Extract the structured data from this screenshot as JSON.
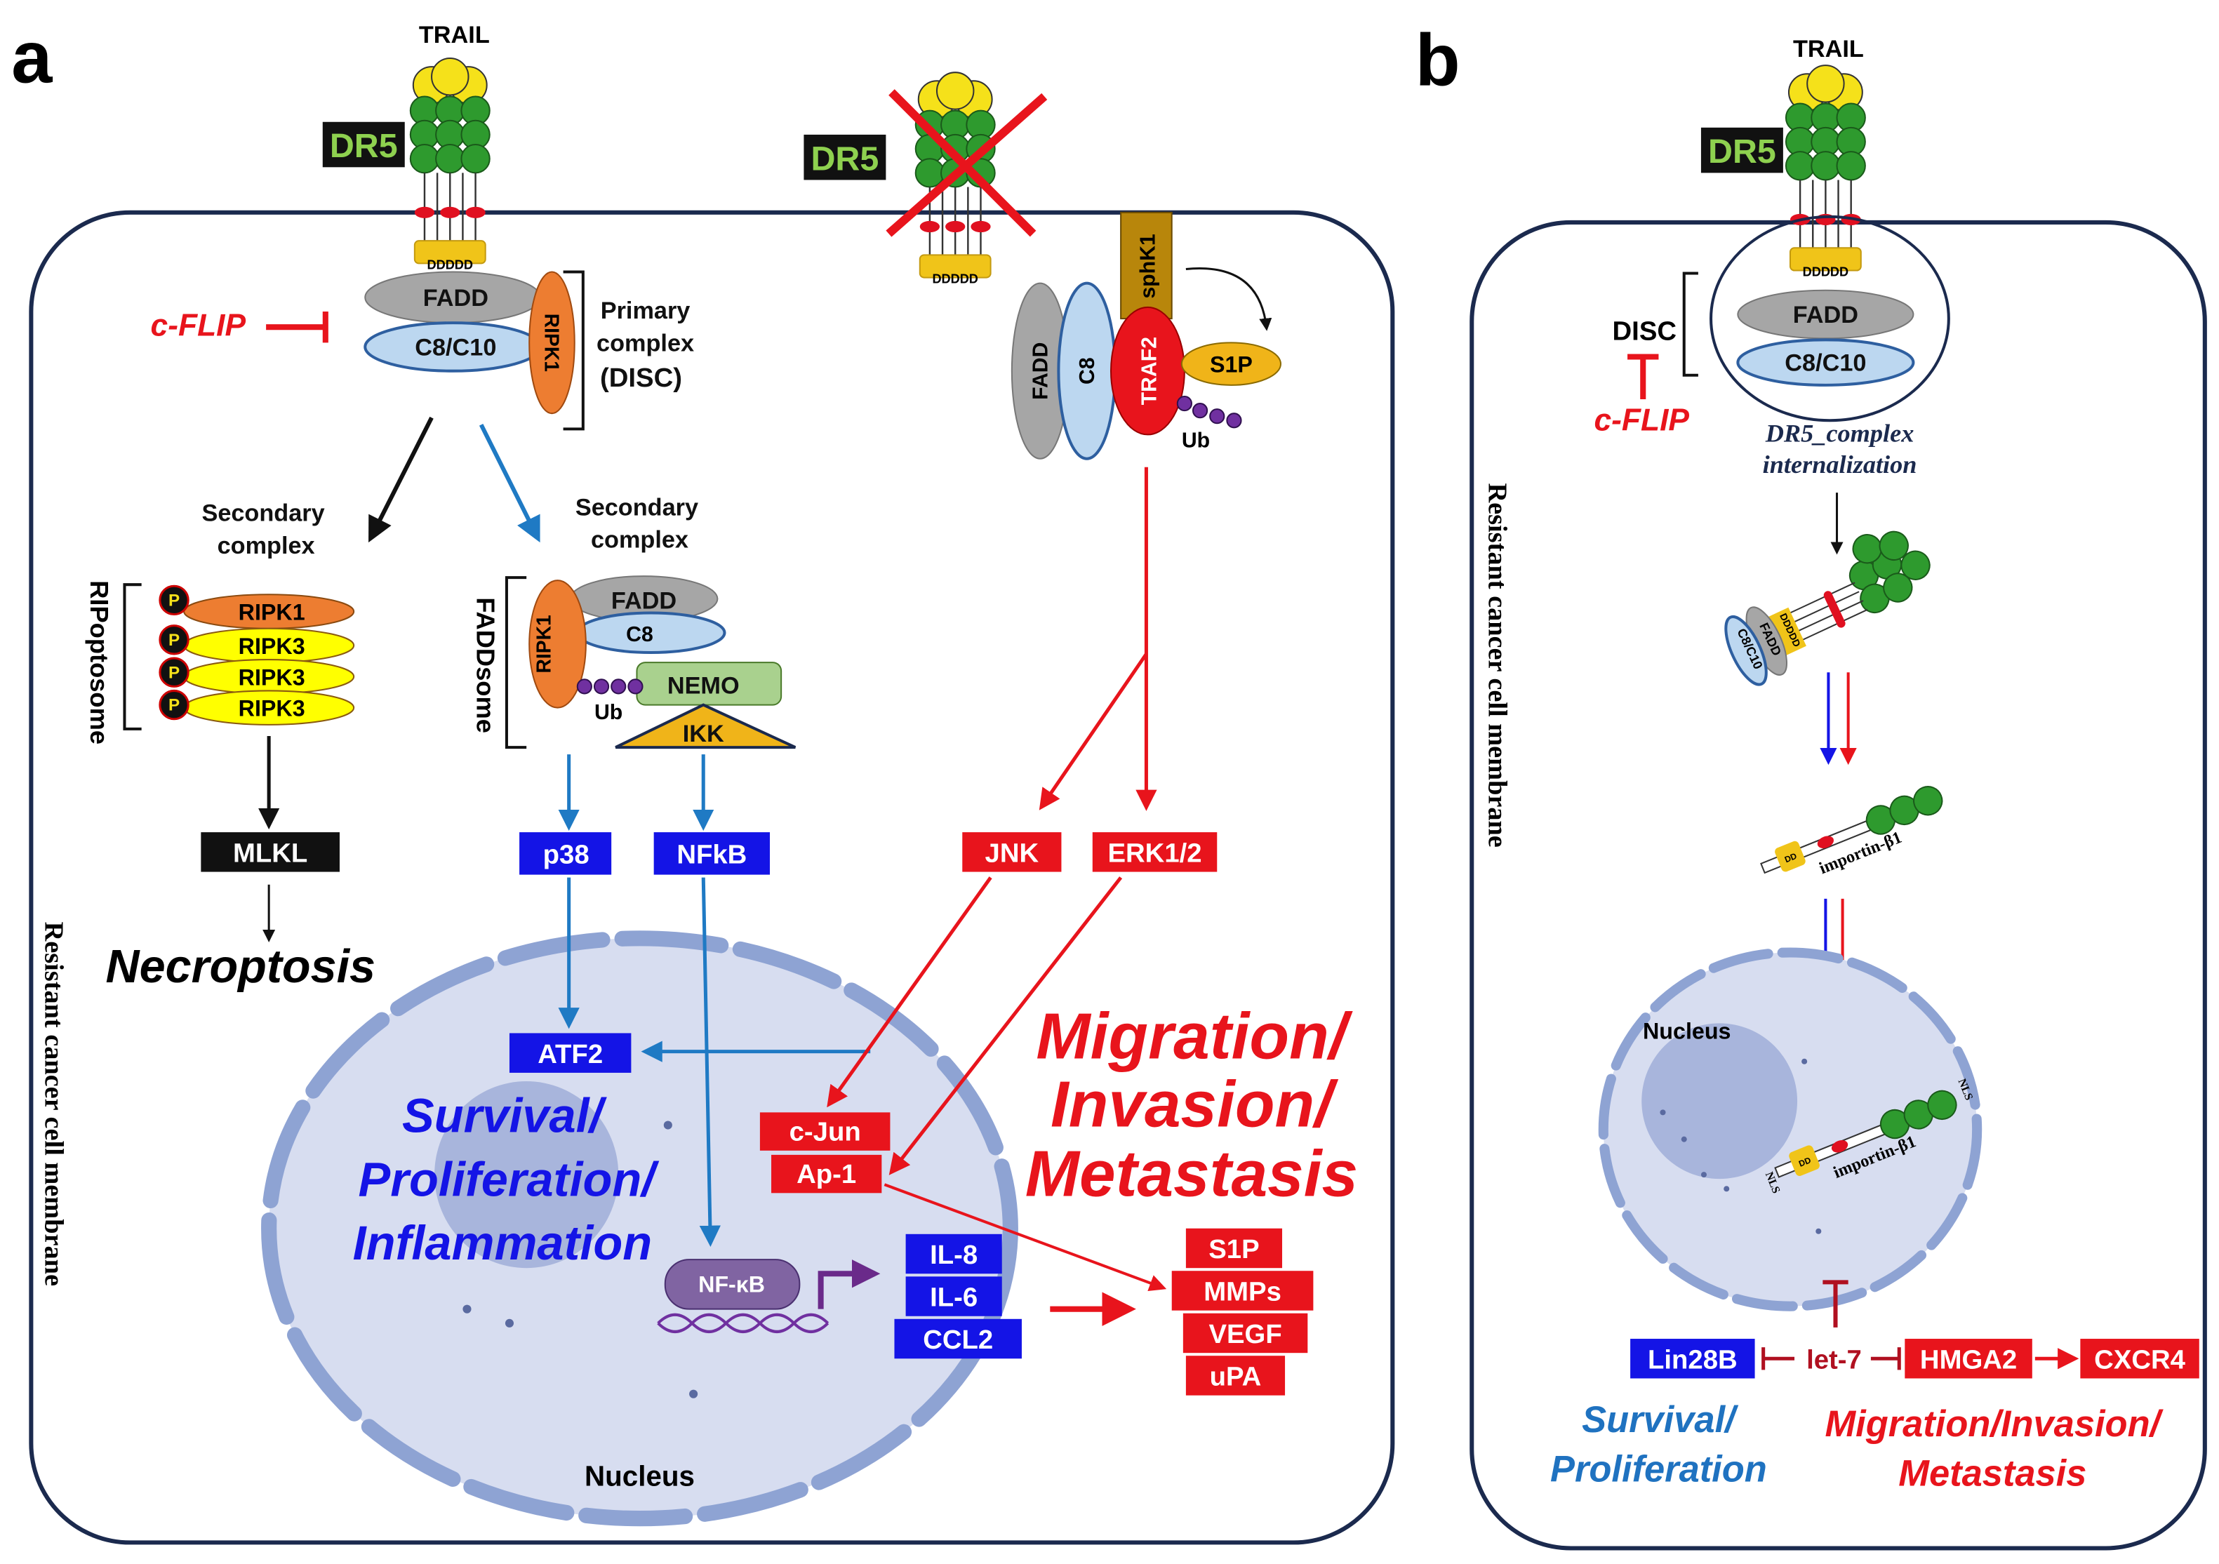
{
  "colors": {
    "blue_box": "#1414e6",
    "red_box": "#e8141c",
    "dr5_text": "#8ed14f",
    "membrane": "#1b2a4e",
    "nucleus_fill": "#d7ddf0",
    "nucleus_border": "#8ea3d3",
    "survival_b": "#1f72c0",
    "dark_red": "#b01020"
  },
  "panel_a": {
    "letter": "a",
    "trail": "TRAIL",
    "dr5": "DR5",
    "dr5_inactive": "DR5",
    "dd": "DDDDD",
    "fadd": "FADD",
    "c8c10": "C8/C10",
    "ripk1": "RIPK1",
    "primary": [
      "Primary",
      "complex",
      "(DISC)"
    ],
    "cflip": "c-FLIP",
    "secondary_left": [
      "Secondary",
      "complex"
    ],
    "secondary_right": [
      "Secondary",
      "complex"
    ],
    "ripoptosome": "RIPoptosome",
    "p": "P",
    "ripoptosome_items": [
      "RIPK1",
      "RIPK3",
      "RIPK3",
      "RIPK3"
    ],
    "mlkl": "MLKL",
    "necroptosis": "Necroptosis",
    "faddsome": "FADDsome",
    "faddsome_items": {
      "ripk1": "RIPK1",
      "fadd": "FADD",
      "c8": "C8",
      "nemo": "NEMO",
      "ikk": "IKK",
      "ub": "Ub"
    },
    "p38": "p38",
    "nfkb": "NFkB",
    "atf2": "ATF2",
    "survival": [
      "Survival/",
      "Proliferation/",
      "Inflammation"
    ],
    "nfkb_nuclear": "NF-κB",
    "cytokines": [
      "IL-8",
      "IL-6",
      "CCL2"
    ],
    "nucleus": "Nucleus",
    "membrane": "Resistant cancer cell membrane",
    "sphk1": "sphK1",
    "fadd2": "FADD",
    "c8": "C8",
    "traf2": "TRAF2",
    "s1p": "S1P",
    "ub": "Ub",
    "jnk": "JNK",
    "erk": "ERK1/2",
    "cjun": "c-Jun",
    "ap1": "Ap-1",
    "migration": [
      "Migration/",
      "Invasion/",
      "Metastasis"
    ],
    "outputs": [
      "S1P",
      "MMPs",
      "VEGF",
      "uPA"
    ]
  },
  "panel_b": {
    "letter": "b",
    "trail": "TRAIL",
    "dr5": "DR5",
    "dd": "DDDDD",
    "fadd": "FADD",
    "c8c10": "C8/C10",
    "disc": "DISC",
    "cflip": "c-FLIP",
    "internalization": [
      "DR5_complex",
      "internalization"
    ],
    "membrane": "Resistant cancer cell membrane",
    "complex_fadd": "FADD",
    "complex_c8": "C8/C10",
    "complex_dd": "DDDDD",
    "importin": "importin-β1",
    "dd_small": "DD",
    "nls": "NLS",
    "nucleus": "Nucleus",
    "lin28b": "Lin28B",
    "let7": "let-7",
    "hmga2": "HMGA2",
    "cxcr4": "CXCR4",
    "survival": [
      "Survival/",
      "Proliferation"
    ],
    "migration": [
      "Migration/Invasion/",
      "Metastasis"
    ]
  }
}
